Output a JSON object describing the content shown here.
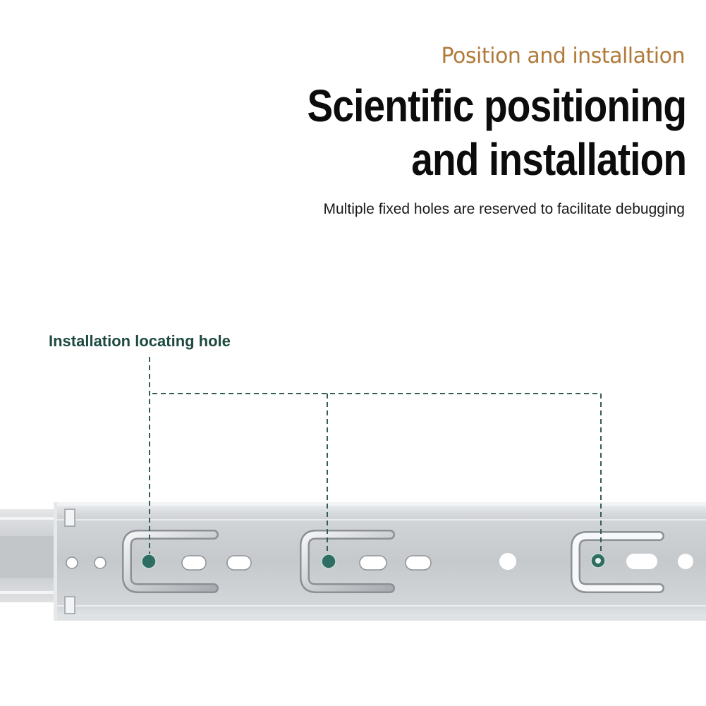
{
  "header": {
    "eyebrow": "Position and installation",
    "headline_line1": "Scientific positioning",
    "headline_line2": "and installation",
    "subtitle": "Multiple fixed holes are reserved to facilitate debugging"
  },
  "callout": {
    "label": "Installation locating hole"
  },
  "colors": {
    "eyebrow": "#b07a3a",
    "headline": "#0c0c0c",
    "callout": "#1e4a41",
    "marker": "#2f6d62",
    "rail": "#c9cccf"
  },
  "icons": [
    "slide-rail-image",
    "locating-hole-marker"
  ]
}
